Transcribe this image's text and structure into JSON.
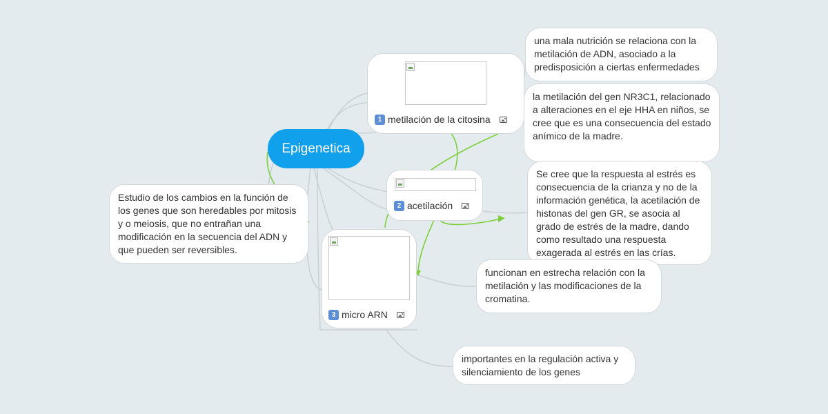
{
  "root": {
    "label": "Epigenetica"
  },
  "branches": [
    {
      "number": "1",
      "label": "metilación de la citosina"
    },
    {
      "number": "2",
      "label": "acetilación"
    },
    {
      "number": "3",
      "label": "micro ARN"
    }
  ],
  "notes": {
    "definition": "Estudio de los cambios en la función de los genes que son heredables por mitosis y o meiosis, que no entrañan una modificación en la secuencia del ADN y que pueden ser reversibles.",
    "nutrition": "una mala nutrición se relaciona con la metilación de ADN, asociado a la predisposición a ciertas enfermedades",
    "nr3c1": "la metilación del gen NR3C1, relacionado a alteraciones en el eje HHA en niños, se cree que es una consecuencia del estado anímico de la madre.",
    "stress": "Se cree que la respuesta al estrés es consecuencia de la crianza y no de la información genética, la acetilación de histonas del gen GR, se asocia al grado de estrés de la madre, dando como resultado una respuesta exagerada al estrés en las crías.",
    "chromatin": "funcionan en estrecha relación con la metilación y las modificaciones de la cromatina.",
    "silencing": "importantes en la regulación activa y silenciamiento de los genes"
  },
  "colors": {
    "background": "#e4ebef",
    "root": "#11a0ec",
    "connector": "#c9d1d6",
    "relationship_arrow": "#7ccf3a"
  },
  "icons": {
    "number_badge": "keycap-number-icon",
    "attachment": "image-icon"
  }
}
